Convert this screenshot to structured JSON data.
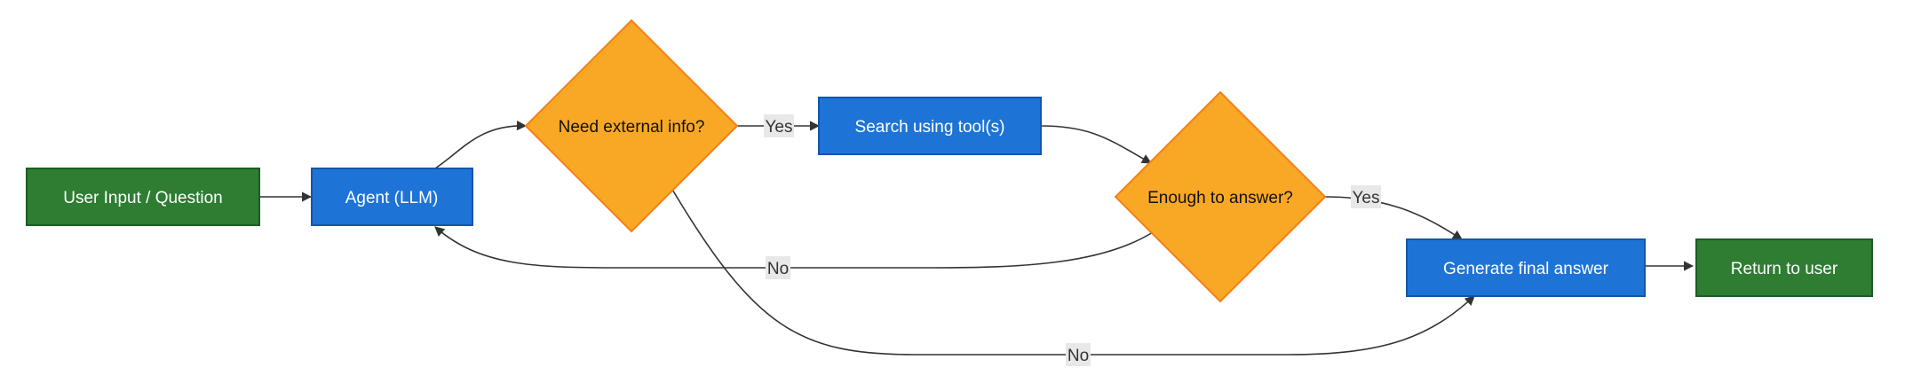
{
  "colors": {
    "terminal_fill": "#2E7D32",
    "terminal_stroke": "#1B5E20",
    "process_fill": "#1E74D6",
    "process_stroke": "#1556A6",
    "decision_fill": "#F9A825",
    "decision_stroke": "#F57F17",
    "edge": "#333333",
    "edge_label_bg": "#E8E8E8",
    "light_text": "#FFFFFF",
    "dark_text": "#111111"
  },
  "nodes": {
    "user_input": {
      "label": "User Input / Question",
      "shape": "terminal"
    },
    "agent": {
      "label": "Agent (LLM)",
      "shape": "process"
    },
    "need_info": {
      "label": "Need external info?",
      "shape": "decision"
    },
    "search": {
      "label": "Search using tool(s)",
      "shape": "process"
    },
    "enough": {
      "label": "Enough to answer?",
      "shape": "decision"
    },
    "generate": {
      "label": "Generate final answer",
      "shape": "process"
    },
    "return_user": {
      "label": "Return to user",
      "shape": "terminal"
    }
  },
  "edges": {
    "input_to_agent": {
      "from": "user_input",
      "to": "agent",
      "label": ""
    },
    "agent_to_need": {
      "from": "agent",
      "to": "need_info",
      "label": ""
    },
    "need_yes": {
      "from": "need_info",
      "to": "search",
      "label": "Yes"
    },
    "search_to_enough": {
      "from": "search",
      "to": "enough",
      "label": ""
    },
    "enough_yes": {
      "from": "enough",
      "to": "generate",
      "label": "Yes"
    },
    "enough_no": {
      "from": "enough",
      "to": "agent",
      "label": "No"
    },
    "need_no": {
      "from": "need_info",
      "to": "generate",
      "label": "No"
    },
    "generate_to_return": {
      "from": "generate",
      "to": "return_user",
      "label": ""
    }
  }
}
